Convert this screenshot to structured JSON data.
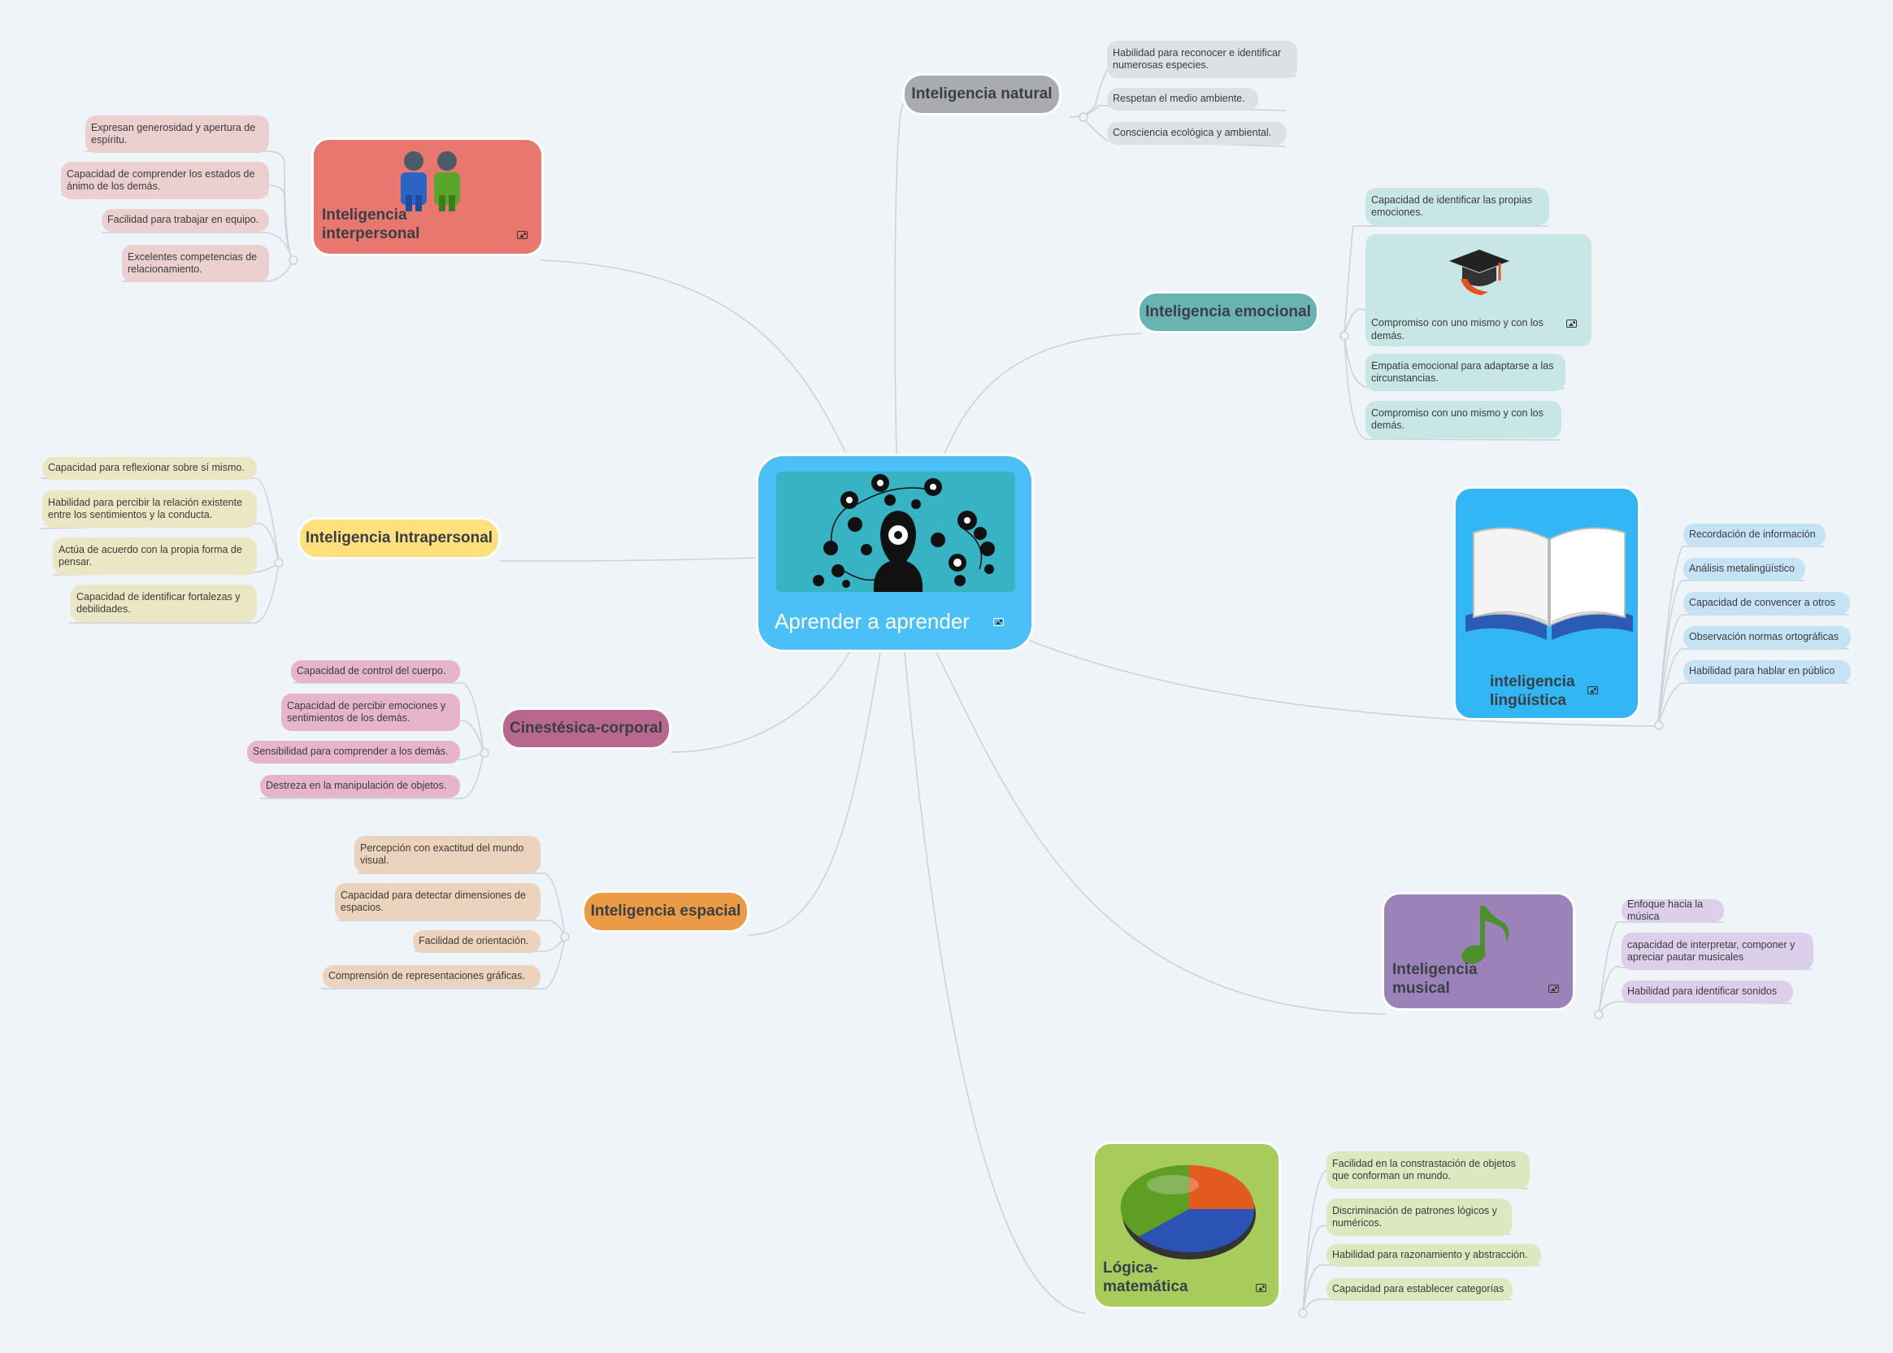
{
  "central": {
    "title": "Aprender a aprender",
    "image": "head-gears-icon"
  },
  "branches": {
    "natural": {
      "title": "Inteligencia natural",
      "items": [
        "Habilidad para reconocer e identificar numerosas especies.",
        "Respetan el medio ambiente.",
        "Consciencia ecológica y ambiental."
      ]
    },
    "interpersonal": {
      "title": "Inteligencia interpersonal",
      "image": "people-icon",
      "items": [
        "Expresan generosidad  y apertura de espíritu.",
        "Capacidad de comprender los estados de ánimo de los demás.",
        "Facilidad para trabajar en equipo.",
        "Excelentes competencias de relacionamiento."
      ]
    },
    "emocional": {
      "title": "Inteligencia emocional",
      "items": [
        "Capacidad de identificar las propias emociones.",
        "Compromiso con uno mismo y con los demás.",
        "Empatía emocional para adaptarse a las circunstancias.",
        "Compromiso con uno mismo y con los demás."
      ],
      "item_image": "graduation-cap-icon"
    },
    "intrapersonal": {
      "title": "Inteligencia Intrapersonal",
      "items": [
        "Capacidad para reflexionar sobre sí mismo.",
        "Habilidad para percibir la relación existente entre los sentimientos y la conducta.",
        "Actúa de acuerdo con la propia forma de pensar.",
        "Capacidad de identificar fortalezas y debilidades."
      ]
    },
    "linguistica": {
      "title": "inteligencia lingüística",
      "image": "book-icon",
      "items": [
        "Recordación de información",
        "Análisis metalingüístico",
        "Capacidad de convencer a otros",
        "Observación normas ortográficas",
        "Habilidad para hablar en público"
      ]
    },
    "cinestesica": {
      "title": "Cinestésica-corporal",
      "items": [
        "Capacidad de control del cuerpo.",
        "Capacidad de percibir emociones y sentimientos de los demás.",
        "Sensibilidad para comprender a los demás.",
        "Destreza en la manipulación de objetos."
      ]
    },
    "espacial": {
      "title": "Inteligencia espacial",
      "items": [
        "Percepción con exactitud del mundo visual.",
        "Capacidad para detectar dimensiones de espacios.",
        "Facilidad de orientación.",
        "Comprensión de representaciones gráficas."
      ]
    },
    "musical": {
      "title": "Inteligencia musical",
      "image": "music-note-icon",
      "items": [
        "Enfoque hacia la música",
        "capacidad de interpretar, componer y apreciar pautar musicales",
        "Habilidad para identificar sonidos"
      ]
    },
    "logica": {
      "title": "Lógica-matemática",
      "image": "pie-chart-icon",
      "items": [
        "Facilidad en la constrastación de objetos que conforman un mundo.",
        "Discriminación de patrones lógicos y numéricos.",
        "Habilidad para razonamiento y abstracción.",
        "Capacidad para establecer categorías"
      ]
    }
  },
  "colors": {
    "background": "#eff4f8",
    "central": "#4bbff7",
    "natural": "#a9abaf",
    "interpersonal": "#e8786f",
    "emocional": "#6ab3b3",
    "intrapersonal": "#ffe07d",
    "linguistica": "#33b6f6",
    "cinestesica": "#b8678e",
    "espacial": "#eb9a45",
    "musical": "#9b82b8",
    "logica": "#a8cc5c",
    "connector": "#c9ced4"
  }
}
